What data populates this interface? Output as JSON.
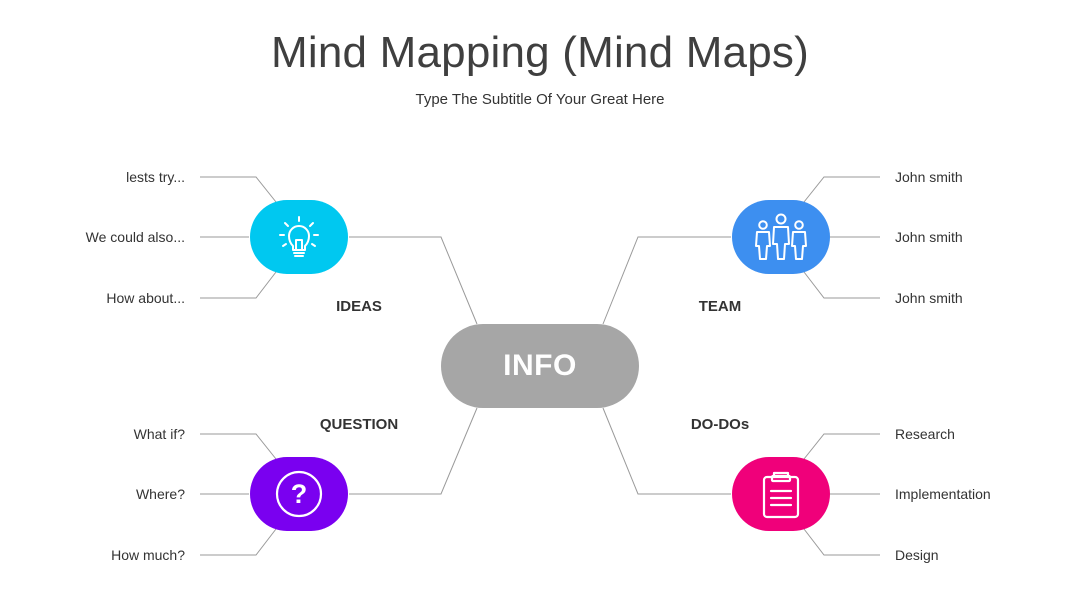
{
  "header": {
    "title": "Mind Mapping (Mind Maps)",
    "subtitle": "Type The Subtitle Of Your Great Here"
  },
  "center": {
    "label": "INFO",
    "color": "#a6a6a6"
  },
  "branches": {
    "ideas": {
      "label": "IDEAS",
      "color": "#00c8f0",
      "icon": "lightbulb-icon",
      "items": [
        "lests try...",
        "We could also...",
        "How about..."
      ]
    },
    "team": {
      "label": "TEAM",
      "color": "#3d8ff0",
      "icon": "people-icon",
      "items": [
        "John smith",
        "John smith",
        "John smith"
      ]
    },
    "question": {
      "label": "QUESTION",
      "color": "#7a00f0",
      "icon": "question-icon",
      "items": [
        "What if?",
        "Where?",
        "How much?"
      ]
    },
    "dodos": {
      "label": "DO-DOs",
      "color": "#f0007a",
      "icon": "clipboard-icon",
      "items": [
        "Research",
        "Implementation",
        "Design"
      ]
    }
  }
}
